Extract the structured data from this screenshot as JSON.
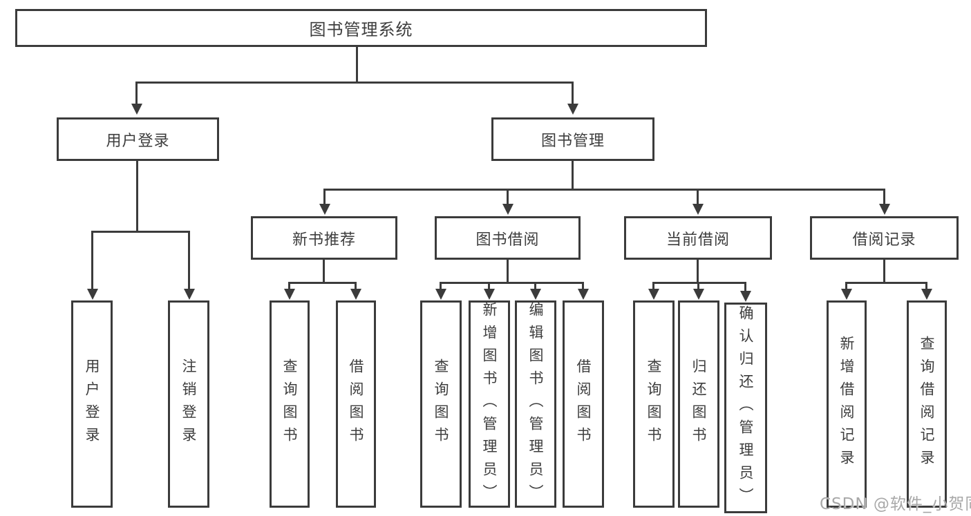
{
  "nodes": {
    "root": "图书管理系统",
    "level2": [
      "用户登录",
      "图书管理"
    ],
    "level3": [
      "新书推荐",
      "图书借阅",
      "当前借阅",
      "借阅记录"
    ],
    "leaves": {
      "user_login": [
        "用户登录",
        "注销登录"
      ],
      "new_book_recommend": [
        "查询图书",
        "借阅图书"
      ],
      "book_borrow": [
        "查询图书",
        "新增图书（管理员）",
        "编辑图书（管理员）",
        "借阅图书"
      ],
      "current_borrow": [
        "查询图书",
        "归还图书",
        "确认归还（管理员）"
      ],
      "borrow_records": [
        "新增借阅记录",
        "查询借阅记录"
      ]
    }
  },
  "watermark": "CSDN @软件_小贺同学",
  "colors": {
    "line": "#3b3b3b",
    "text": "#3d3d3d",
    "background": "#ffffff",
    "watermark": "#a8a8a8"
  }
}
